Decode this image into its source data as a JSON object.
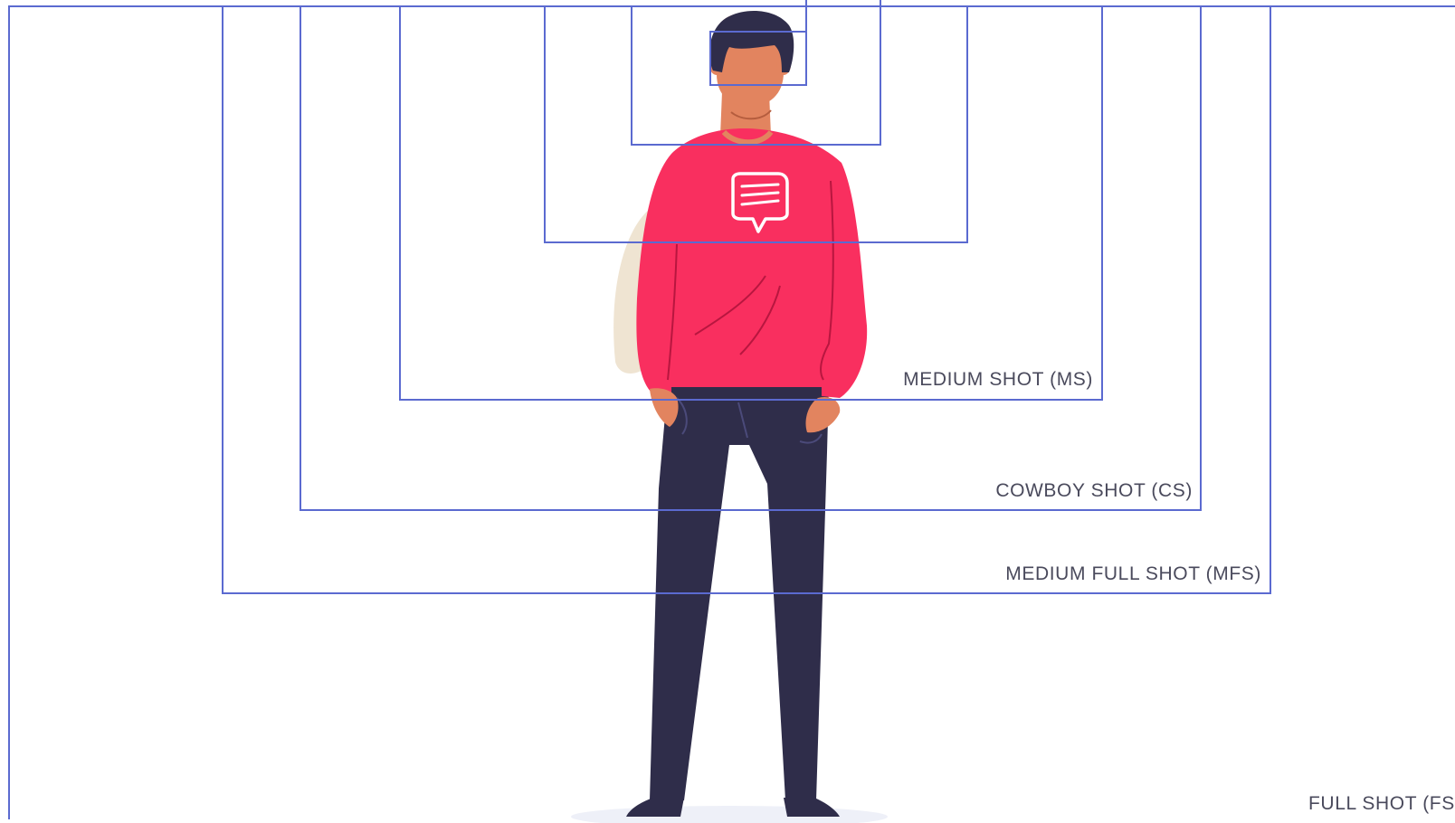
{
  "diagram": {
    "shots": [
      {
        "id": "ms",
        "label": "MEDIUM SHOT (MS)"
      },
      {
        "id": "cs",
        "label": "COWBOY SHOT (CS)"
      },
      {
        "id": "mfs",
        "label": "MEDIUM FULL SHOT (MFS)"
      },
      {
        "id": "fs",
        "label": "FULL SHOT (FS)"
      }
    ]
  },
  "colors": {
    "frame_stroke": "#5b6ad0",
    "label_text": "#4a4a5c",
    "sweater": "#f92f5f",
    "pants": "#2f2d4a",
    "skin": "#e2845f",
    "hair": "#2f2d4a",
    "bag": "#efe4d2",
    "shadow": "#eef0f8"
  },
  "icons": {
    "chest_logo": "speech-bubble-icon"
  }
}
